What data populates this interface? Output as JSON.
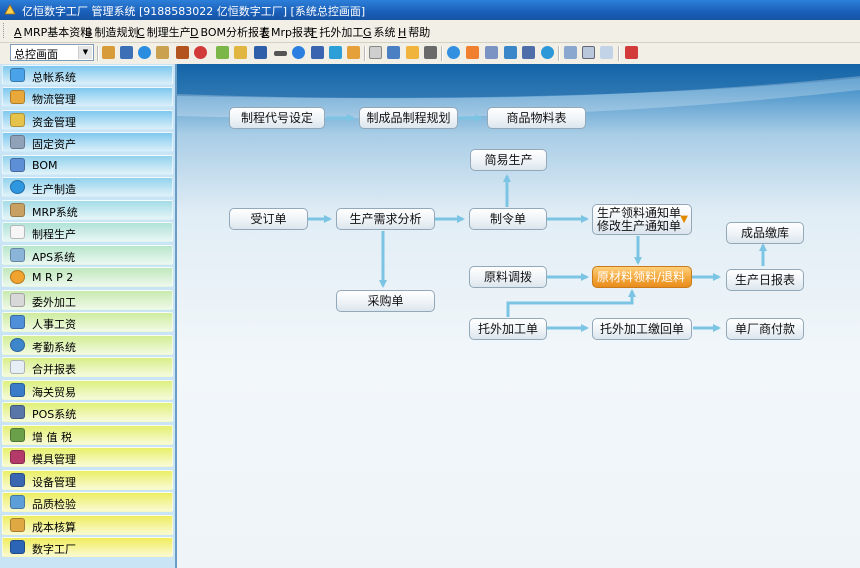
{
  "window": {
    "title": "亿恒数字工厂 管理系统    [9188583022  亿恒数字工厂]  [系统总控画面]"
  },
  "menu": [
    {
      "key": "A",
      "label": "MRP基本资料"
    },
    {
      "key": "B",
      "label": "制造规划"
    },
    {
      "key": "C",
      "label": "制理生产"
    },
    {
      "key": "D",
      "label": "BOM分析报表"
    },
    {
      "key": "E",
      "label": "Mrp报表"
    },
    {
      "key": "F",
      "label": "托外加工"
    },
    {
      "key": "G",
      "label": "系统"
    },
    {
      "key": "H",
      "label": "帮助"
    }
  ],
  "toolbar": {
    "combo_value": "总控画面"
  },
  "sidebar": {
    "items": [
      {
        "label": "总帐系统",
        "color": "#7ec8ee"
      },
      {
        "label": "物流管理",
        "color": "#7ec8ee"
      },
      {
        "label": "资金管理",
        "color": "#7ec8ee"
      },
      {
        "label": "固定资产",
        "color": "#7ec8ee"
      },
      {
        "label": "BOM",
        "color": "#92d2ec"
      },
      {
        "label": "生产制造",
        "color": "#92d2ec"
      },
      {
        "label": "MRP系统",
        "color": "#a4dce6"
      },
      {
        "label": "制程生产",
        "color": "#b0e2d8"
      },
      {
        "label": "APS系统",
        "color": "#b8e6cc"
      },
      {
        "label": "M R P 2",
        "color": "#c0e8bd"
      },
      {
        "label": "委外加工",
        "color": "#c8eab0"
      },
      {
        "label": "人事工资",
        "color": "#cdec9f"
      },
      {
        "label": "考勤系统",
        "color": "#d2ee94"
      },
      {
        "label": "合并报表",
        "color": "#d8ef88"
      },
      {
        "label": "海关贸易",
        "color": "#dcf07f"
      },
      {
        "label": "POS系统",
        "color": "#e0f077"
      },
      {
        "label": "增 值 税",
        "color": "#e4f070"
      },
      {
        "label": "模具管理",
        "color": "#e8f06a"
      },
      {
        "label": "设备管理",
        "color": "#eaef66"
      },
      {
        "label": "品质检验",
        "color": "#ecee62"
      },
      {
        "label": "成本核算",
        "color": "#eeed5e"
      },
      {
        "label": "数字工厂",
        "color": "#f0ec5b"
      }
    ]
  },
  "flow": {
    "process_code": "制程代号设定",
    "product_route": "制成品制程规划",
    "item_master": "商品物料表",
    "simple_production": "简易生产",
    "sales_order": "受订单",
    "demand_analysis": "生产需求分析",
    "work_order": "制令单",
    "issue_notice_1": "生产领料通知单",
    "issue_notice_2": "修改生产通知单",
    "finished_receipt": "成品缴库",
    "material_transfer": "原料调拨",
    "material_issue": "原材料领料/退料",
    "daily_report": "生产日报表",
    "purchase_order": "采购单",
    "outsource_order": "托外加工单",
    "outsource_return": "托外加工缴回单",
    "vendor_payment": "单厂商付款"
  },
  "colors": {
    "accent": "#1a5fb8",
    "arrow": "#7cc4e4",
    "highlight": "#f3a63b"
  }
}
